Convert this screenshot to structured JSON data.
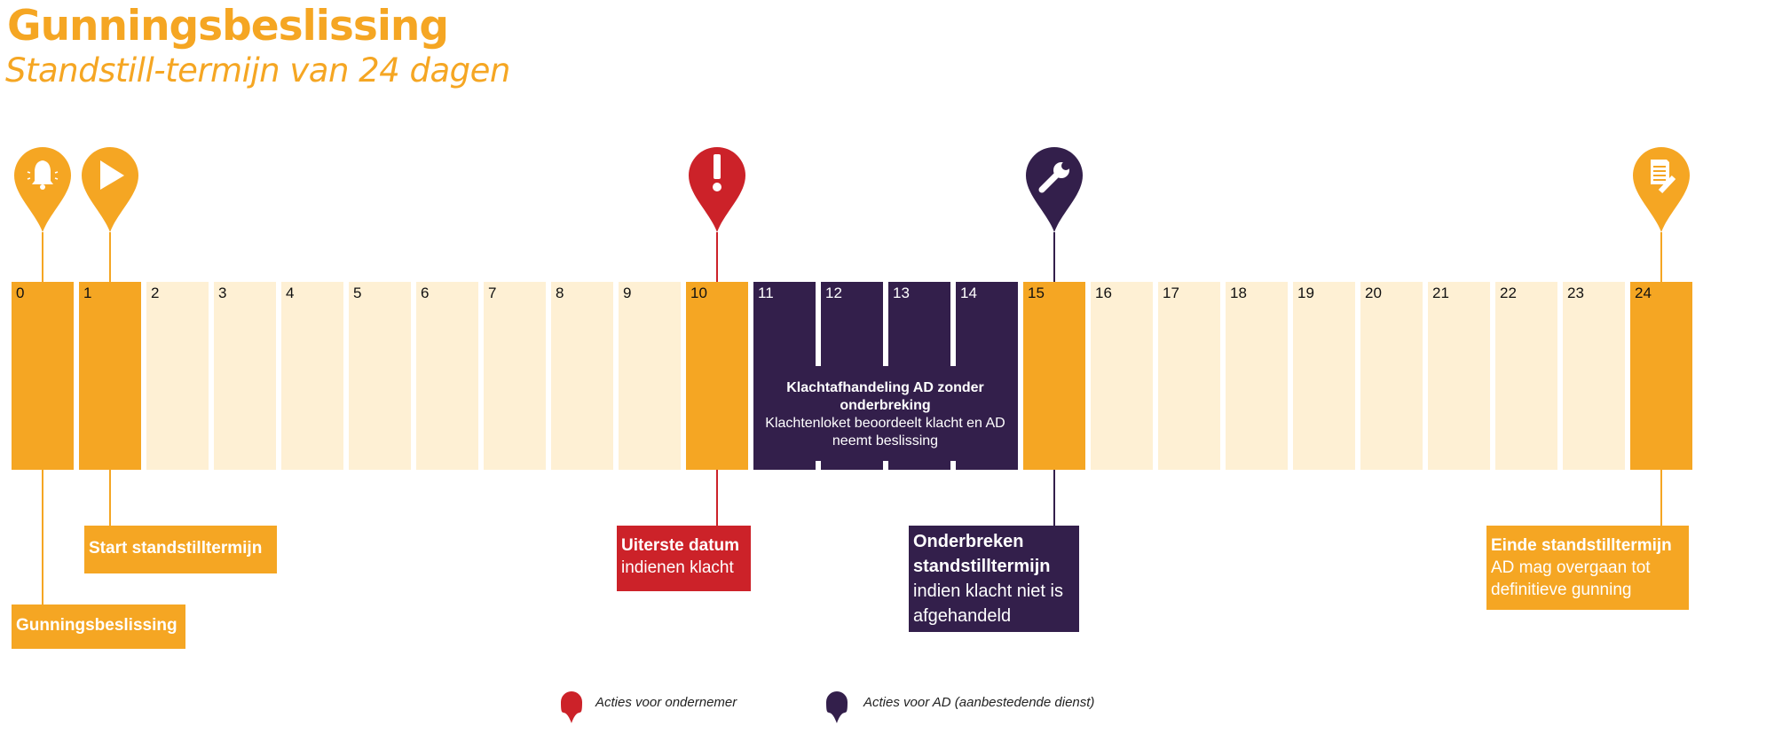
{
  "header": {
    "title": "Gunningsbeslissing",
    "subtitle": "Standstill-termijn van 24 dagen"
  },
  "colors": {
    "orange": "#F5A623",
    "light": "#FEF0D4",
    "purple": "#331F4B",
    "red": "#CC2229"
  },
  "days": [
    0,
    1,
    2,
    3,
    4,
    5,
    6,
    7,
    8,
    9,
    10,
    11,
    12,
    13,
    14,
    15,
    16,
    17,
    18,
    19,
    20,
    21,
    22,
    23,
    24
  ],
  "highlighted_days": [
    0,
    1,
    10,
    15,
    24
  ],
  "ad_days": [
    11,
    12,
    13,
    14
  ],
  "block": {
    "title": "Klachtafhandeling AD zonder onderbreking",
    "text": "Klachtenloket beoordeelt klacht en AD neemt beslissing"
  },
  "markers": [
    {
      "day": 0,
      "icon": "bell-icon",
      "color": "orange"
    },
    {
      "day": 1,
      "icon": "play-icon",
      "color": "orange"
    },
    {
      "day": 10,
      "icon": "exclamation-icon",
      "color": "red"
    },
    {
      "day": 15,
      "icon": "wrench-icon",
      "color": "purple"
    },
    {
      "day": 24,
      "icon": "document-sign-icon",
      "color": "orange"
    }
  ],
  "labels": {
    "gunning": {
      "title": "Gunningsbeslissing"
    },
    "start": {
      "title": "Start standstilltermijn"
    },
    "uiterste": {
      "title": "Uiterste datum",
      "text": "indienen klacht"
    },
    "onderbreken": {
      "title": "Onderbreken standstilltermijn",
      "text": "indien klacht niet is afgehandeld"
    },
    "einde": {
      "title": "Einde standstilltermijn",
      "text": "AD mag overgaan tot definitieve gunning"
    }
  },
  "legend": {
    "ondernemer": "Acties voor ondernemer",
    "ad": "Acties voor AD (aanbestedende dienst)"
  }
}
